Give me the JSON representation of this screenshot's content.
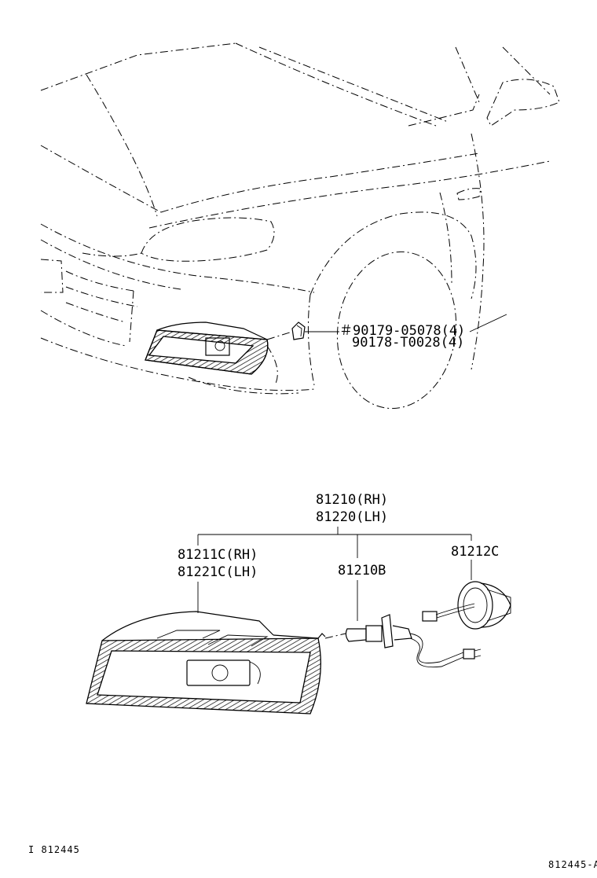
{
  "callouts": {
    "clip_a": "＃90179-05078(4)",
    "clip_b": "90178-T0028(4)",
    "assembly_rh": "81210(RH)",
    "assembly_lh": "81220(LH)",
    "housing_rh": "81211C(RH)",
    "housing_lh": "81221C(LH)",
    "bulb": "81210B",
    "socket": "81212C"
  },
  "footer": {
    "left_code": "I  812445",
    "right_code": "812445-A"
  }
}
